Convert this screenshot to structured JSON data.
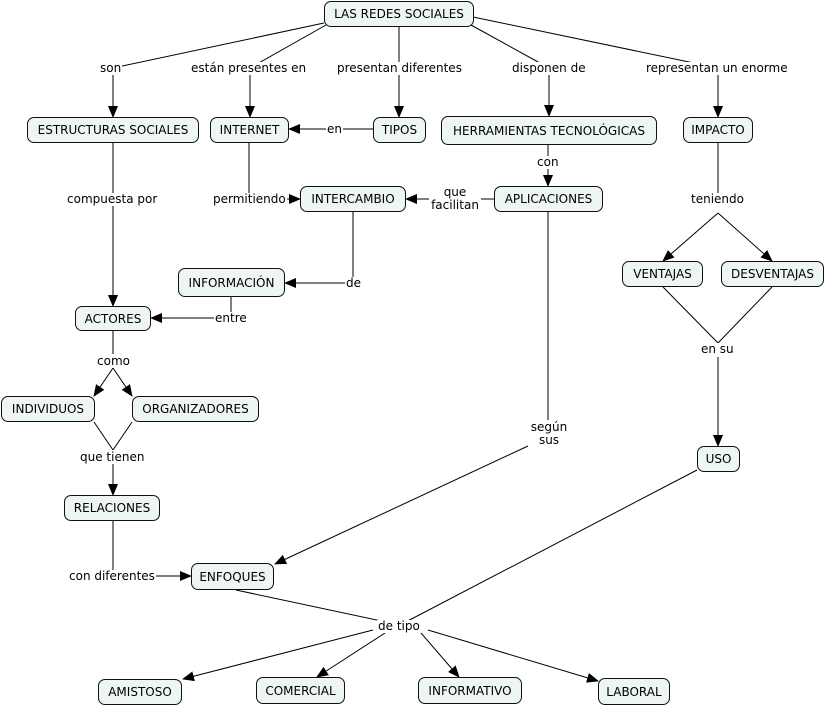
{
  "concepts": {
    "redes": "LAS REDES SOCIALES",
    "estructuras": "ESTRUCTURAS SOCIALES",
    "internet": "INTERNET",
    "tipos": "TIPOS",
    "herramientas": "HERRAMIENTAS TECNOLÓGICAS",
    "impacto": "IMPACTO",
    "intercambio": "INTERCAMBIO",
    "aplicaciones": "APLICACIONES",
    "informacion": "INFORMACIÓN",
    "ventajas": "VENTAJAS",
    "desventajas": "DESVENTAJAS",
    "actores": "ACTORES",
    "individuos": "INDIVIDUOS",
    "organizadores": "ORGANIZADORES",
    "relaciones": "RELACIONES",
    "uso": "USO",
    "enfoques": "ENFOQUES",
    "amistoso": "AMISTOSO",
    "comercial": "COMERCIAL",
    "informativo": "INFORMATIVO",
    "laboral": "LABORAL"
  },
  "links": {
    "son": "son",
    "estan_presentes_en": "están presentes en",
    "presentan_diferentes": "presentan diferentes",
    "disponen_de": "disponen de",
    "representan_un_enorme": "representan un enorme",
    "en": "en",
    "con": "con",
    "compuesta_por": "compuesta por",
    "permitiendo": "permitiendo",
    "que_facilitan_1": "que",
    "que_facilitan_2": "facilitan",
    "teniendo": "teniendo",
    "de": "de",
    "entre": "entre",
    "como": "como",
    "en_su": "en su",
    "segun_1": "según",
    "segun_2": "sus",
    "que_tienen": "que tienen",
    "con_diferentes": "con diferentes",
    "de_tipo": "de tipo"
  }
}
